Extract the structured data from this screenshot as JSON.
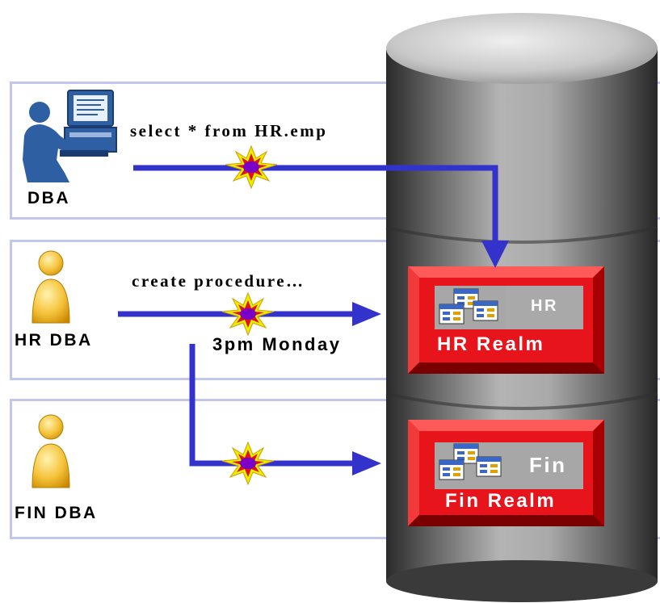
{
  "colors": {
    "lane_border": "#c3c6ec",
    "arrow": "#3333cc",
    "realm_red": "#e8141c",
    "realm_dark": "#a40000",
    "schema_panel": "#a7a7a7",
    "person_gold": "#f2b01e",
    "dba_blue": "#2f5fa3"
  },
  "actors": {
    "dba": {
      "label": "DBA",
      "icon": "user-at-computer-icon",
      "command": "select * from HR.emp"
    },
    "hr_dba": {
      "label": "HR DBA",
      "icon": "person-icon",
      "command": "create procedure…",
      "time": "3pm Monday"
    },
    "fin_dba": {
      "label": "FIN DBA",
      "icon": "person-icon"
    }
  },
  "realms": {
    "hr": {
      "schema": "HR",
      "realm": "HR Realm"
    },
    "fin": {
      "schema": "Fin",
      "realm": "Fin Realm"
    }
  },
  "icons": {
    "blocked": "starburst-block-icon",
    "database": "database-cylinder-icon",
    "tables": "table-icon"
  }
}
